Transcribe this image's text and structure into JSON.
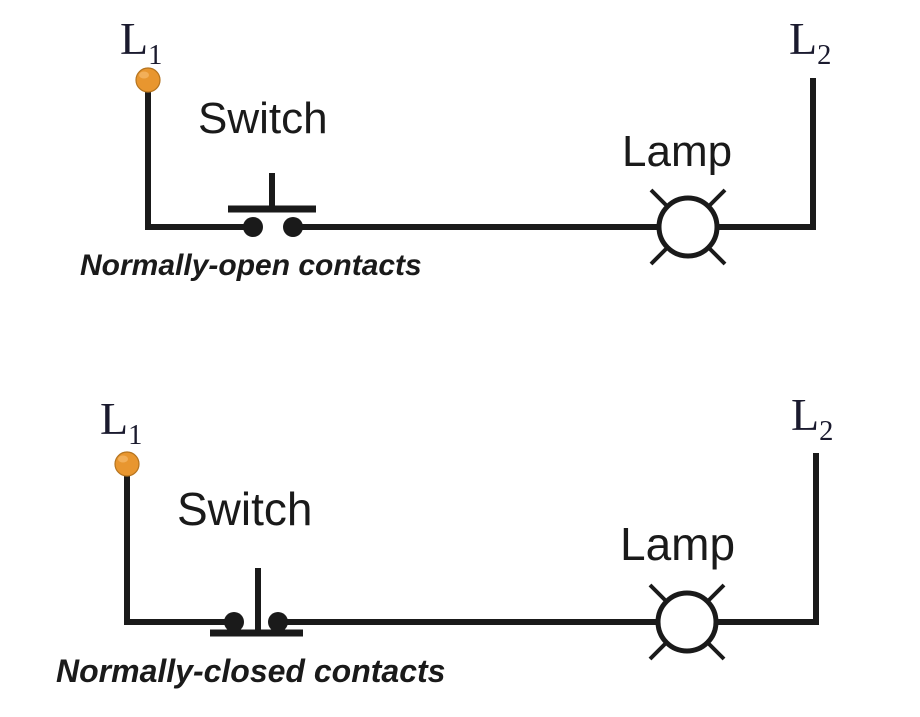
{
  "page": {
    "background_color": "#ffffff",
    "line_color": "#1a1a1a",
    "terminal_color": "#e8962f",
    "text_color": "#1a1a1a"
  },
  "diagrams": [
    {
      "id": "normally-open",
      "caption": "Normally-open contacts",
      "left_terminal_label": "L",
      "left_terminal_subscript": "1",
      "right_terminal_label": "L",
      "right_terminal_subscript": "2",
      "switch_label": "Switch",
      "lamp_label": "Lamp",
      "switch_type": "normally-open",
      "contact_dots": 2
    },
    {
      "id": "normally-closed",
      "caption": "Normally-closed contacts",
      "left_terminal_label": "L",
      "left_terminal_subscript": "1",
      "right_terminal_label": "L",
      "right_terminal_subscript": "2",
      "switch_label": "Switch",
      "lamp_label": "Lamp",
      "switch_type": "normally-closed",
      "contact_dots": 2
    }
  ],
  "icons": {
    "terminal": "orange-terminal-dot-icon",
    "lamp": "lamp-circle-with-rays-icon",
    "contact": "contact-dot-icon",
    "switch_bar": "switch-actuator-bar-icon"
  }
}
